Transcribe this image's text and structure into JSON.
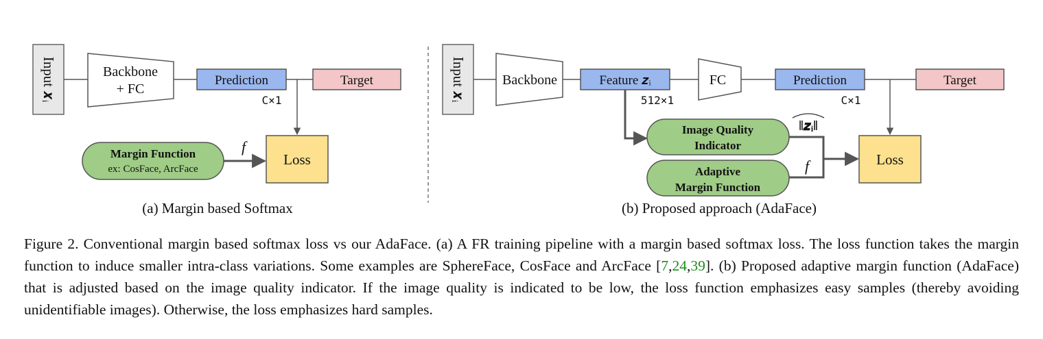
{
  "panel_a": {
    "input_label": "Input 𝒙ᵢ",
    "backbone_line1": "Backbone",
    "backbone_line2": "+ FC",
    "prediction": "Prediction",
    "target": "Target",
    "prediction_dim": "C×1",
    "margin_title": "Margin Function",
    "margin_sub": "ex: CosFace, ArcFace",
    "f_label": "f",
    "loss": "Loss",
    "subcaption": "(a) Margin based Softmax"
  },
  "panel_b": {
    "input_label": "Input 𝒙ᵢ",
    "backbone": "Backbone",
    "feature": "Feature 𝒛ᵢ",
    "feature_dim": "512×1",
    "fc": "FC",
    "prediction": "Prediction",
    "target": "Target",
    "prediction_dim": "C×1",
    "iqi_line1": "Image Quality",
    "iqi_line2": "Indicator",
    "norm_label": "‖𝒛ᵢ‖",
    "amf_line1": "Adaptive",
    "amf_line2": "Margin Function",
    "f_label": "f",
    "loss": "Loss",
    "subcaption": "(b) Proposed approach (AdaFace)"
  },
  "caption": {
    "text_part1": "Figure 2. Conventional margin based softmax loss vs our AdaFace. (a) A FR training pipeline with a margin based softmax loss. The loss function takes the margin function to induce smaller intra-class variations. Some examples are SphereFace, CosFace and ArcFace [",
    "cite1": "7",
    "sep1": ",",
    "cite2": "24",
    "sep2": ",",
    "cite3": "39",
    "text_part2": "]. (b) Proposed adaptive margin function (AdaFace) that is adjusted based on the image quality indicator. If the image quality is indicated to be low, the loss function emphasizes easy samples (thereby avoiding unidentifiable images). Otherwise, the loss emphasizes hard samples."
  },
  "colors": {
    "input_fill": "#e8e8e8",
    "blue_fill": "#9ab7ee",
    "target_fill": "#f3c6c8",
    "green_fill": "#9fcc86",
    "loss_fill": "#fde18e",
    "line": "#555555",
    "cite": "#1a8c1a"
  }
}
